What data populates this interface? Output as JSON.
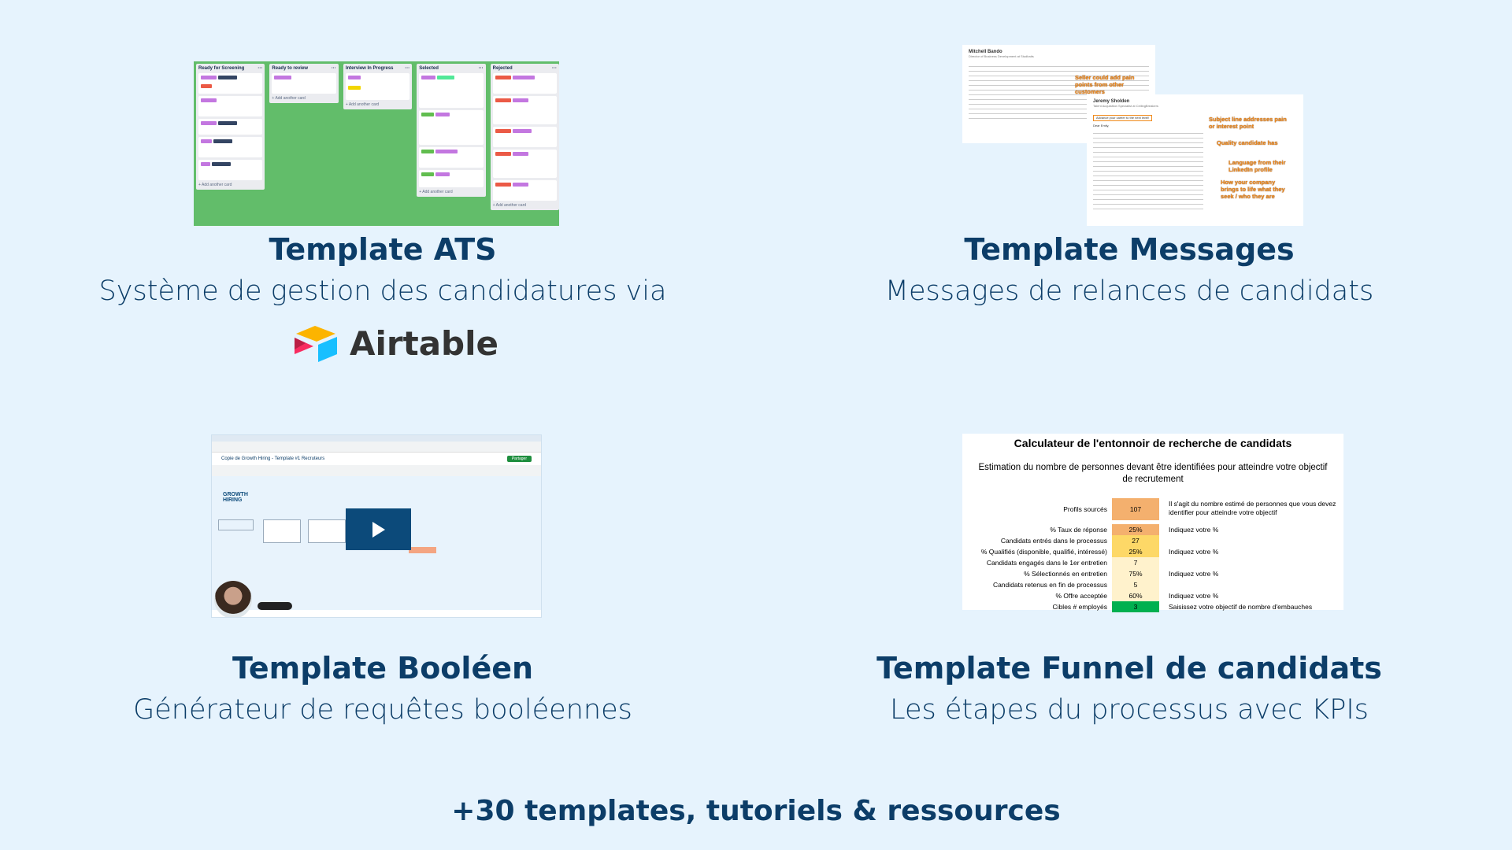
{
  "cards": [
    {
      "title": "Template ATS",
      "subtitle": "Système de gestion des candidatures via",
      "logo_text": "Airtable"
    },
    {
      "title": "Template Messages",
      "subtitle": "Messages de relances de candidats"
    },
    {
      "title": "Template Booléen",
      "subtitle": "Générateur de requêtes booléennes"
    },
    {
      "title": "Template Funnel de candidats",
      "subtitle": "Les étapes du processus avec KPIs"
    }
  ],
  "footer": "+30 templates, tutoriels & ressources",
  "ats_preview": {
    "columns": [
      "Ready for Screening",
      "Ready to review",
      "Interview In Progress",
      "Selected",
      "Rejected"
    ],
    "add_card": "+ Add another card"
  },
  "messages_preview": {
    "sender1": "Mitchell Bando",
    "sender1_role": "Director of Business Development at Studbaits",
    "sender2": "Jeremy Sholden",
    "sender2_role": "Talent Acquisition Specialist at CeilingBreakers",
    "subject": "Advance your career to the next level!",
    "greeting": "Dear Emily,",
    "annotations": [
      "Seller could add pain points from other customers",
      "Subject line addresses pain or interest point",
      "Quality candidate has",
      "Language from their LinkedIn profile",
      "How your company brings to life what they seek / who they are"
    ]
  },
  "sheet_preview": {
    "doc_title": "Copie de Growth Hiring - Template #1 Recruteurs",
    "logo": "GROWTH HIRING",
    "share": "Partager"
  },
  "funnel_preview": {
    "title": "Calculateur de l'entonnoir de recherche de candidats",
    "subtitle": "Estimation du nombre de personnes devant être identifiées pour atteindre votre objectif de recrutement",
    "rows": [
      {
        "label": "Profils sourcés",
        "value": "107",
        "note": "Il s'agit du nombre estimé de personnes que vous devez identifier pour atteindre votre objectif",
        "color": "#f4b06e"
      },
      {
        "label": "% Taux de réponse",
        "value": "25%",
        "note": "Indiquez votre %",
        "color": "#f4b06e"
      },
      {
        "label": "Candidats entrés dans le processus",
        "value": "27",
        "note": "",
        "color": "#fdd867"
      },
      {
        "label": "% Qualifiés (disponible, qualifié, intéressé)",
        "value": "25%",
        "note": "Indiquez votre %",
        "color": "#fdd867"
      },
      {
        "label": "Candidats engagés dans le 1er entretien",
        "value": "7",
        "note": "",
        "color": "#fff2cc"
      },
      {
        "label": "% Sélectionnés en entretien",
        "value": "75%",
        "note": "Indiquez votre %",
        "color": "#fff2cc"
      },
      {
        "label": "Candidats retenus en fin de processus",
        "value": "5",
        "note": "",
        "color": "#fff2cc"
      },
      {
        "label": "% Offre acceptée",
        "value": "60%",
        "note": "Indiquez votre %",
        "color": "#fff2cc"
      },
      {
        "label": "Cibles # employés",
        "value": "3",
        "note": "Saisissez votre objectif de nombre d'embauches",
        "color": "#00b050"
      }
    ]
  }
}
